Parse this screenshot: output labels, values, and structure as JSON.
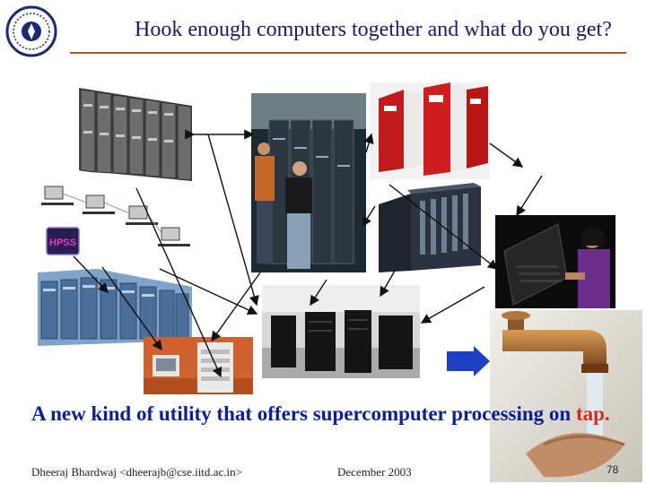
{
  "slide": {
    "title": "Hook enough computers together and what do you get?",
    "tagline_main": "A new kind of utility that offers supercomputer processing on ",
    "tagline_highlight": "tap.",
    "footer_author": "Dheeraj Bhardwaj <dheerajb@cse.iitd.ac.in>",
    "footer_date": "December 2003",
    "slide_number": "78"
  },
  "colors": {
    "title": "#1a1a6e",
    "tagline": "#0a1f9e",
    "highlight": "#d42c18",
    "rule": "#b35a1f",
    "arrow": "#1f3fc4"
  },
  "images": [
    {
      "name": "server-rack-row-photo"
    },
    {
      "name": "engineers-at-rack-photo"
    },
    {
      "name": "fujitsu-supercomputer-photo"
    },
    {
      "name": "networked-workstations-diagram"
    },
    {
      "name": "hpss-storage-icon"
    },
    {
      "name": "black-server-cabinet-photo"
    },
    {
      "name": "woman-at-laptop-photo"
    },
    {
      "name": "blue-server-cluster-photo"
    },
    {
      "name": "black-server-room-photo"
    },
    {
      "name": "desktop-workstations-photo"
    },
    {
      "name": "water-tap-photo"
    }
  ],
  "hpss_label": "HPSS"
}
